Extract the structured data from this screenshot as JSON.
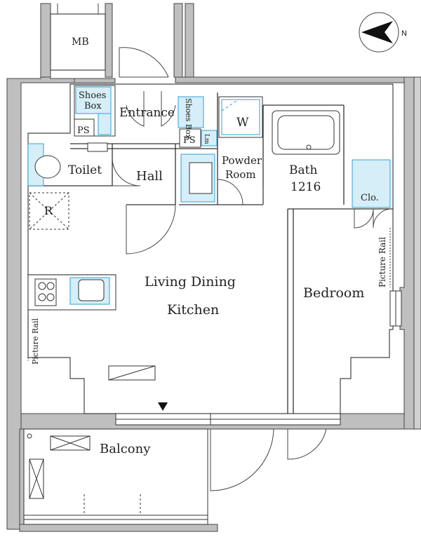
{
  "colors": {
    "wall": "#bfbfbf",
    "wall_edge": "#444444",
    "fixture_fill": "#d6eef7",
    "fixture_edge": "#2aa3d8",
    "line": "#333333"
  },
  "compass": {
    "label": "N"
  },
  "rooms": {
    "mb": "MB",
    "shoes_box_left": [
      "Shoes",
      "Box"
    ],
    "entrance": "Entrance",
    "shoes_box_right": "Shoes Box",
    "ps_left": "PS",
    "ps_right": "PS",
    "laundry_mark": "Lm",
    "washer": "W",
    "toilet": "Toilet",
    "hall": "Hall",
    "powder_room": [
      "Powder",
      "Room"
    ],
    "bath": [
      "Bath",
      "1216"
    ],
    "closet": "Clo.",
    "refrigerator": "R",
    "ldk": [
      "Living Dining",
      "Kitchen"
    ],
    "bedroom": "Bedroom",
    "picture_rail_left": "Picture Rail",
    "picture_rail_right": "Picture Rail",
    "balcony": "Balcony"
  }
}
